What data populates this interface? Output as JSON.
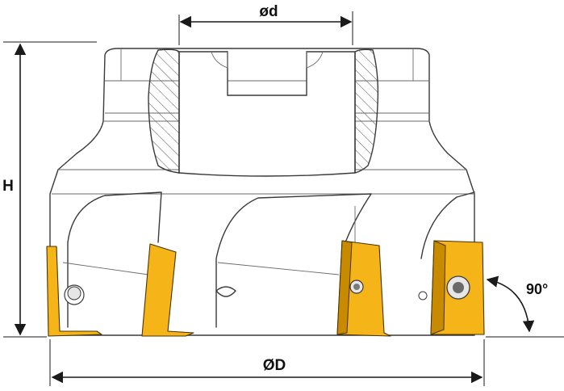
{
  "labels": {
    "bore_diameter": "ød",
    "cutter_diameter": "ØD",
    "height": "H",
    "angle": "90°"
  },
  "colors": {
    "insert": "#f5b418",
    "insert_dark": "#c78a00",
    "line": "#3a3a3a",
    "dimension": "#1a1a1a"
  }
}
